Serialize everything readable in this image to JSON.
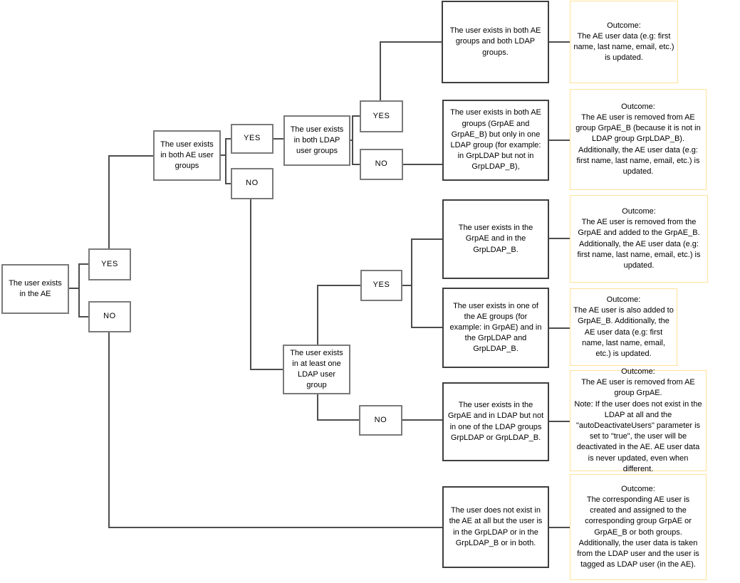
{
  "labels": {
    "yes": "YES",
    "no": "NO"
  },
  "decisions": {
    "root": "The user exists in the AE",
    "both_ae_groups": "The user exists in both AE user groups",
    "both_ldap_groups": "The user exists in both LDAP user groups",
    "at_least_one_ldap_group": "The user exists in at least one LDAP user group"
  },
  "conditions": {
    "c1": "The user exists in both AE groups and both LDAP groups.",
    "c2": "The user exists in both AE groups (GrpAE and GrpAE_B) but only in one LDAP group (for example: in GrpLDAP but not in GrpLDAP_B),",
    "c3": "The user exists in the GrpAE and in the GrpLDAP_B.",
    "c4": "The user exists in one of the AE groups (for example: in GrpAE) and in the GrpLDAP and GrpLDAP_B.",
    "c5": "The user exists in the GrpAE and in LDAP but not in one of the LDAP groups GrpLDAP or GrpLDAP_B.",
    "c6": "The user does not exist in the AE at all but the user is in the GrpLDAP or in the GrpLDAP_B or in both."
  },
  "outcomes": {
    "o1": {
      "heading": "Outcome:",
      "body": "The AE user data (e.g: first name, last name, email, etc.) is updated."
    },
    "o2": {
      "heading": "Outcome:",
      "body": "The AE user is removed from AE group GrpAE_B (because it is not in LDAP group GrpLDAP_B). Additionally, the AE user data (e.g: first name, last name, email, etc.) is updated."
    },
    "o3": {
      "heading": "Outcome:",
      "body": "The AE user is removed from the GrpAE and added to the GrpAE_B. Additionally, the AE user data (e.g: first name, last name, email, etc.) is updated."
    },
    "o4": {
      "heading": "Outcome:",
      "body": "The AE user is also added to GrpAE_B. Additionally, the AE user data (e.g: first name, last name, email, etc.) is updated."
    },
    "o5": {
      "heading": "Outcome:",
      "body": "The AE user is removed from AE group GrpAE.\nNote: If the user does not exist in the LDAP at all and the \"autoDeactivateUsers\" parameter is set to \"true\", the user will be deactivated in the AE. AE user data is never updated, even when different."
    },
    "o6": {
      "heading": "Outcome:",
      "body": "The corresponding AE user is created and assigned to the corresponding group GrpAE or GrpAE_B or both groups. Additionally, the user data is taken from the LDAP user and the user is tagged as LDAP user (in the AE)."
    }
  },
  "colors": {
    "outcome_border": "#FFE299",
    "condition_border": "#3F3F3F",
    "decision_border": "#7A7A7A",
    "connector": "#4D4D4D",
    "background": "#FFFFFF"
  }
}
